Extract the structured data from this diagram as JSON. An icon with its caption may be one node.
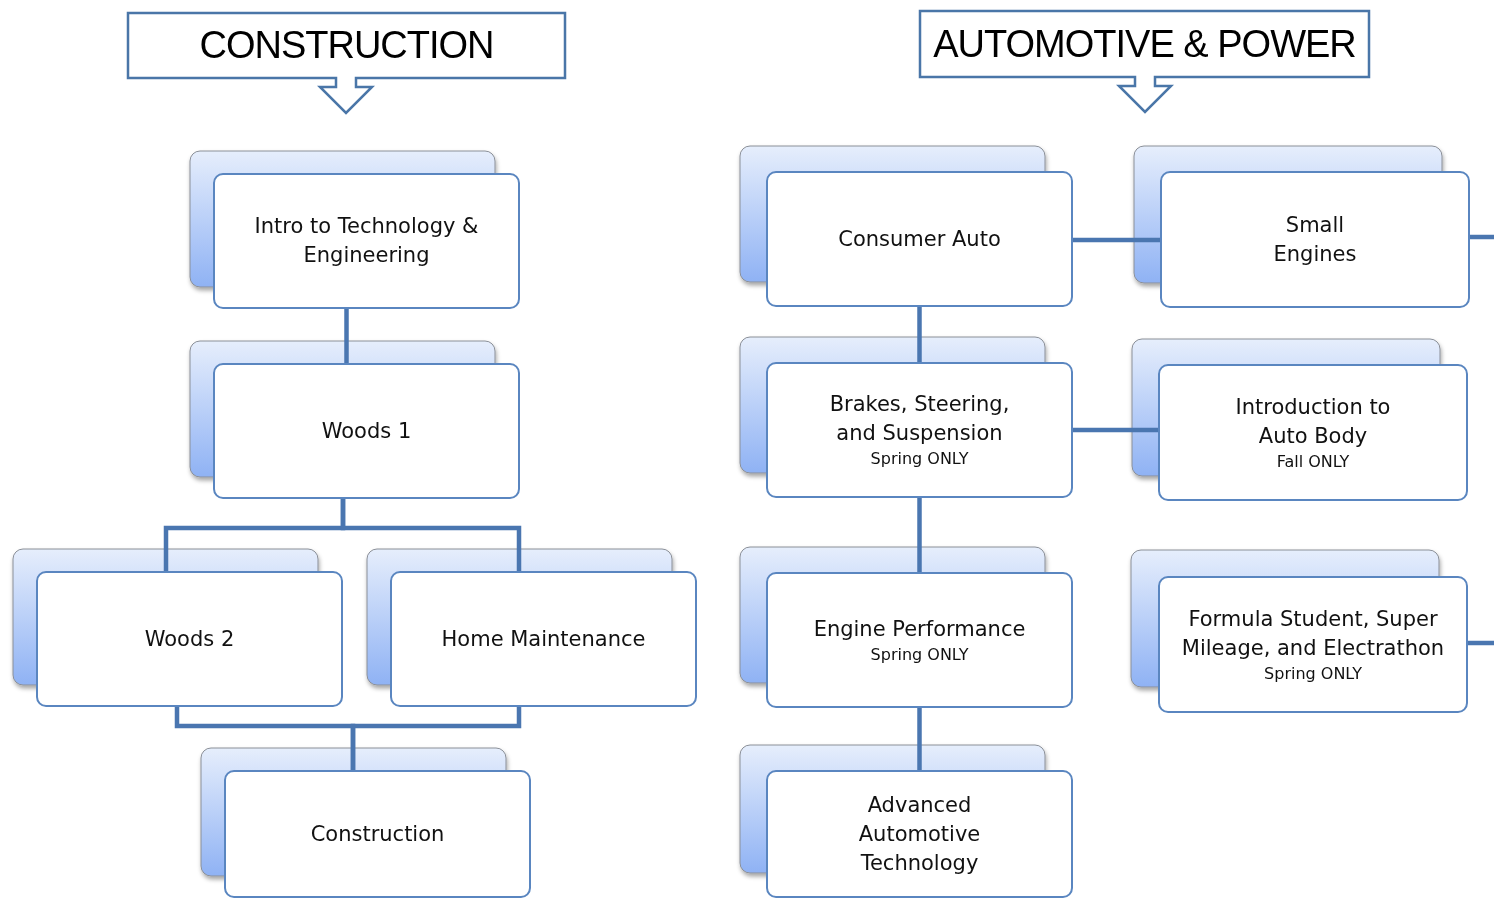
{
  "diagram": {
    "nodes": [
      {
        "text": [
          "CONSTRUCTION"
        ]
      },
      {
        "text": [
          "Intro to Technology & Engineering"
        ]
      },
      {
        "text": [
          "Woods 1"
        ]
      },
      {
        "text": [
          "Woods 2"
        ]
      },
      {
        "text": [
          "Home Maintenance"
        ]
      },
      {
        "text": [
          "Construction"
        ]
      },
      {
        "text": [
          "AUTOMOTIVE & POWER"
        ]
      },
      {
        "text": [
          "Consumer Auto"
        ]
      },
      {
        "text": [
          "Small Engines"
        ]
      },
      {
        "text": [
          "Brakes, Steering, and Suspension",
          "Spring ONLY"
        ]
      },
      {
        "text": [
          "Introduction to Auto Body",
          "Fall ONLY"
        ]
      },
      {
        "text": [
          "Engine Performance",
          "Spring ONLY"
        ]
      },
      {
        "text": [
          "Formula Student, Super Mileage, and Electrathon",
          "Spring ONLY"
        ]
      },
      {
        "text": [
          "Advanced Automotive Technology"
        ]
      }
    ],
    "edges": [
      {
        "from": 1,
        "to": 2,
        "arrow": "none"
      },
      {
        "from": 2,
        "to": 3,
        "arrow": "none"
      },
      {
        "from": 2,
        "to": 4,
        "arrow": "none"
      },
      {
        "from": 3,
        "to": 5,
        "arrow": "none"
      },
      {
        "from": 4,
        "to": 5,
        "arrow": "none"
      },
      {
        "from": 7,
        "to": 8,
        "arrow": "none"
      },
      {
        "from": 7,
        "to": 9,
        "arrow": "none"
      },
      {
        "from": 9,
        "to": 10,
        "arrow": "none"
      },
      {
        "from": 9,
        "to": 11,
        "arrow": "none"
      },
      {
        "from": 11,
        "to": 13,
        "arrow": "none"
      },
      {
        "from": 8,
        "to": null,
        "arrow": "none"
      },
      {
        "from": 12,
        "to": null,
        "arrow": "none"
      }
    ]
  }
}
